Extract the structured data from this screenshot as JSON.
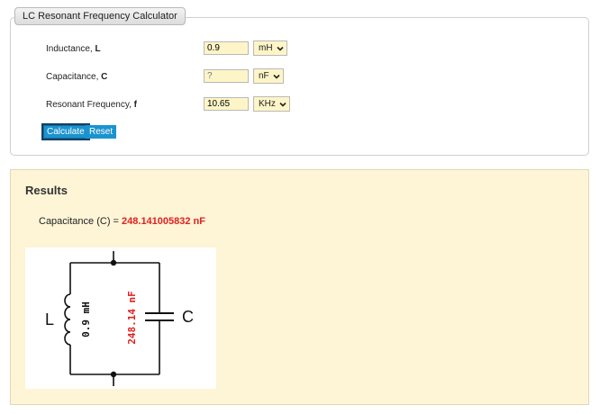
{
  "calculator": {
    "title": "LC Resonant Frequency Calculator",
    "rows": [
      {
        "label": "Inductance,",
        "symbol": "L",
        "value": "0.9",
        "placeholder": "",
        "unit": "mH"
      },
      {
        "label": "Capacitance,",
        "symbol": "C",
        "value": "",
        "placeholder": "?",
        "unit": "nF"
      },
      {
        "label": "Resonant Frequency,",
        "symbol": "f",
        "value": "10.65",
        "placeholder": "",
        "unit": "KHz"
      }
    ],
    "calculate_label": "Calculate",
    "reset_label": "Reset"
  },
  "results": {
    "title": "Results",
    "line_prefix": "Capacitance (C) =",
    "line_value": "248.141005832 nF"
  },
  "diagram": {
    "inductor_symbol": "L",
    "capacitor_symbol": "C",
    "inductor_value": "0.9 mH",
    "capacitor_value": "248.14 nF"
  },
  "colors": {
    "accent_button": "#1b93cf",
    "result_value": "#e02020",
    "input_background": "#fdf5c7",
    "results_background": "#fdf5d6"
  }
}
